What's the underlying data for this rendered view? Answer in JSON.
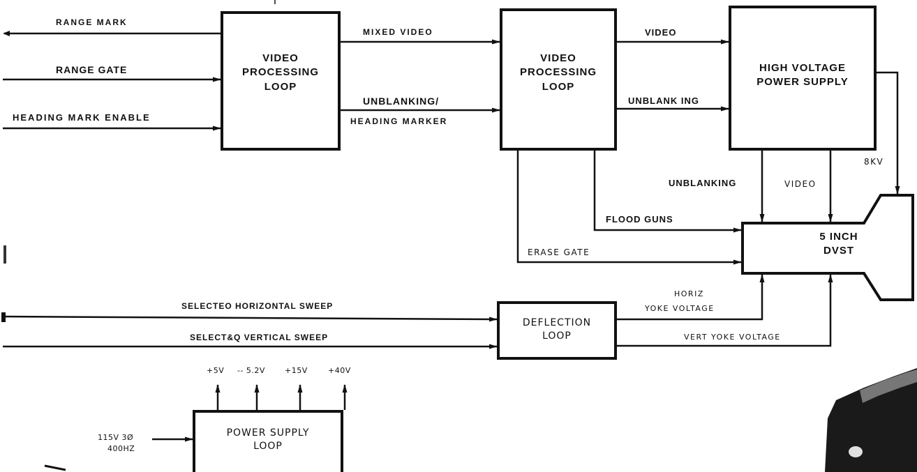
{
  "blocks": {
    "video_loop_1": [
      "VIDEO",
      "PROCESSING",
      "LOOP"
    ],
    "video_loop_2": [
      "VIDEO",
      "PROCESSING",
      "LOOP"
    ],
    "hv_supply": [
      "HIGH VOLTAGE",
      "POWER SUPPLY"
    ],
    "dvst": [
      "5 INCH",
      "DVST"
    ],
    "deflection": [
      "DEFLECTION",
      "LOOP"
    ],
    "power_supply": [
      "POWER SUPPLY",
      "LOOP"
    ]
  },
  "signals": {
    "range_mark": "RANGE MARK",
    "range_gate": "RANGE GATE",
    "heading_mark_enable": "HEADING MARK ENABLE",
    "mixed_video": "MIXED VIDEO",
    "unblanking_heading_1": "UNBLANKING/",
    "unblanking_heading_2": "HEADING MARKER",
    "video": "VIDEO",
    "unblanking_hv": "UNBLANK ING",
    "unblanking": "UNBLANKING",
    "video_down": "VIDEO",
    "bkv": "8KV",
    "flood_guns": "FLOOD GUNS",
    "erase_gate": "ERASE GATE",
    "horiz_sweep": "SELECTEO HORIZONTAL SWEEP",
    "vert_sweep": "SELECT&Q VERTICAL SWEEP",
    "horiz_yoke_1": "HORIZ",
    "horiz_yoke_2": "YOKE VOLTAGE",
    "vert_yoke": "VERT YOKE VOLTAGE",
    "v5": "+5V",
    "v52": "-- 5.2V",
    "v15": "+15V",
    "v40": "+40V",
    "input_power_1": "115V 3Ø",
    "input_power_2": "400HZ"
  }
}
